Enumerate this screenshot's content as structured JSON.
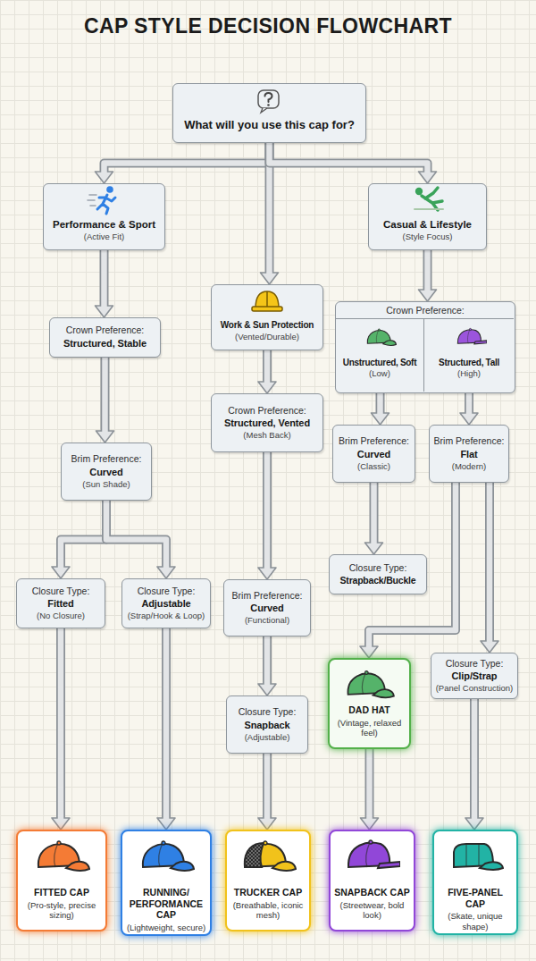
{
  "diagram": {
    "title": "CAP STYLE DECISION FLOWCHART",
    "nodes": [
      {
        "text": [
          "What will you use this cap for?"
        ]
      },
      {
        "text": [
          "Performance & Sport",
          "(Active Fit)"
        ]
      },
      {
        "text": [
          "Work & Sun Protection",
          "(Vented/Durable)"
        ]
      },
      {
        "text": [
          "Casual & Lifestyle",
          "(Style Focus)"
        ]
      },
      {
        "text": [
          "Crown Preference:",
          "Structured, Stable"
        ]
      },
      {
        "text": [
          "Crown Preference:",
          "Structured, Vented",
          "(Mesh Back)"
        ]
      },
      {
        "text": [
          "Crown Preference:"
        ]
      },
      {
        "text": [
          "Unstructured, Soft",
          "(Low)"
        ],
        "in": 6
      },
      {
        "text": [
          "Structured, Tall",
          "(High)"
        ],
        "in": 6
      },
      {
        "text": [
          "Brim Preference:",
          "Curved",
          "(Sun Shade)"
        ]
      },
      {
        "text": [
          "Brim Preference:",
          "Curved",
          "(Functional)"
        ]
      },
      {
        "text": [
          "Brim Preference:",
          "Curved",
          "(Classic)"
        ]
      },
      {
        "text": [
          "Brim Preference:",
          "Flat",
          "(Modern)"
        ]
      },
      {
        "text": [
          "Closure Type:",
          "Fitted",
          "(No Closure)"
        ]
      },
      {
        "text": [
          "Closure Type:",
          "Adjustable",
          "(Strap/Hook & Loop)"
        ]
      },
      {
        "text": [
          "Closure Type:",
          "Snapback",
          "(Adjustable)"
        ]
      },
      {
        "text": [
          "Closure Type:",
          "Strapback/Buckle"
        ]
      },
      {
        "text": [
          "DAD HAT",
          "(Vintage, relaxed feel)"
        ]
      },
      {
        "text": [
          "Closure Type:",
          "Clip/Strap",
          "(Panel Construction)"
        ]
      },
      {
        "text": [
          "FITTED CAP",
          "(Pro-style, precise sizing)"
        ]
      },
      {
        "text": [
          "RUNNING/ PERFORMANCE CAP",
          "(Lightweight, secure)"
        ]
      },
      {
        "text": [
          "TRUCKER CAP",
          "(Breathable, iconic mesh)"
        ]
      },
      {
        "text": [
          "SNAPBACK CAP",
          "(Streetwear, bold look)"
        ]
      },
      {
        "text": [
          "FIVE-PANEL CAP",
          "(Skate, unique shape)"
        ]
      }
    ],
    "edges": [
      {
        "from": 0,
        "to": 1,
        "arrow": "to"
      },
      {
        "from": 0,
        "to": 2,
        "arrow": "to"
      },
      {
        "from": 0,
        "to": 3,
        "arrow": "to"
      },
      {
        "from": 1,
        "to": 4,
        "arrow": "to"
      },
      {
        "from": 2,
        "to": 5,
        "arrow": "to"
      },
      {
        "from": 3,
        "to": 6,
        "arrow": "to"
      },
      {
        "from": 4,
        "to": 9,
        "arrow": "to"
      },
      {
        "from": 7,
        "to": 11,
        "arrow": "to"
      },
      {
        "from": 8,
        "to": 12,
        "arrow": "to"
      },
      {
        "from": 5,
        "to": 10,
        "arrow": "to"
      },
      {
        "from": 9,
        "to": 13,
        "arrow": "to"
      },
      {
        "from": 9,
        "to": 14,
        "arrow": "to"
      },
      {
        "from": 11,
        "to": 16,
        "arrow": "to"
      },
      {
        "from": 12,
        "to": 17,
        "arrow": "to"
      },
      {
        "from": 12,
        "to": 18,
        "arrow": "to"
      },
      {
        "from": 10,
        "to": 15,
        "arrow": "to"
      },
      {
        "from": 13,
        "to": 19,
        "arrow": "to"
      },
      {
        "from": 14,
        "to": 20,
        "arrow": "to"
      },
      {
        "from": 15,
        "to": 21,
        "arrow": "to"
      },
      {
        "from": 17,
        "to": 22,
        "arrow": "to"
      },
      {
        "from": 18,
        "to": 23,
        "arrow": "to"
      }
    ]
  }
}
